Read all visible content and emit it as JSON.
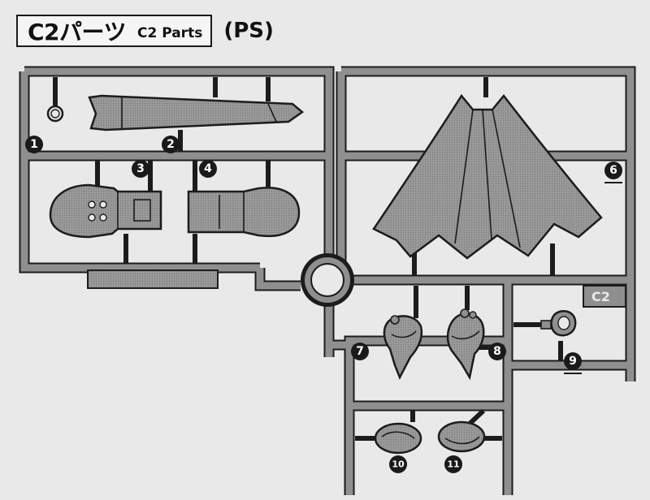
{
  "header": {
    "title": "C2パーツ",
    "subtitle": "C2 Parts",
    "material": "(PS)"
  },
  "sprue": {
    "tag": "C2",
    "colors": {
      "plastic": "#8f8f8f",
      "outline": "#1c1c1c",
      "background": "#e9e9ea"
    }
  },
  "parts": [
    {
      "number": "1",
      "label": "1",
      "underline": false
    },
    {
      "number": "2",
      "label": "2",
      "underline": false
    },
    {
      "number": "3",
      "label": "3",
      "underline": false
    },
    {
      "number": "4",
      "label": "4",
      "underline": false
    },
    {
      "number": "6",
      "label": "6",
      "underline": true
    },
    {
      "number": "7",
      "label": "7",
      "underline": false
    },
    {
      "number": "8",
      "label": "8",
      "underline": false
    },
    {
      "number": "9",
      "label": "9",
      "underline": true
    },
    {
      "number": "10",
      "label": "10",
      "underline": false
    },
    {
      "number": "11",
      "label": "11",
      "underline": false
    }
  ]
}
